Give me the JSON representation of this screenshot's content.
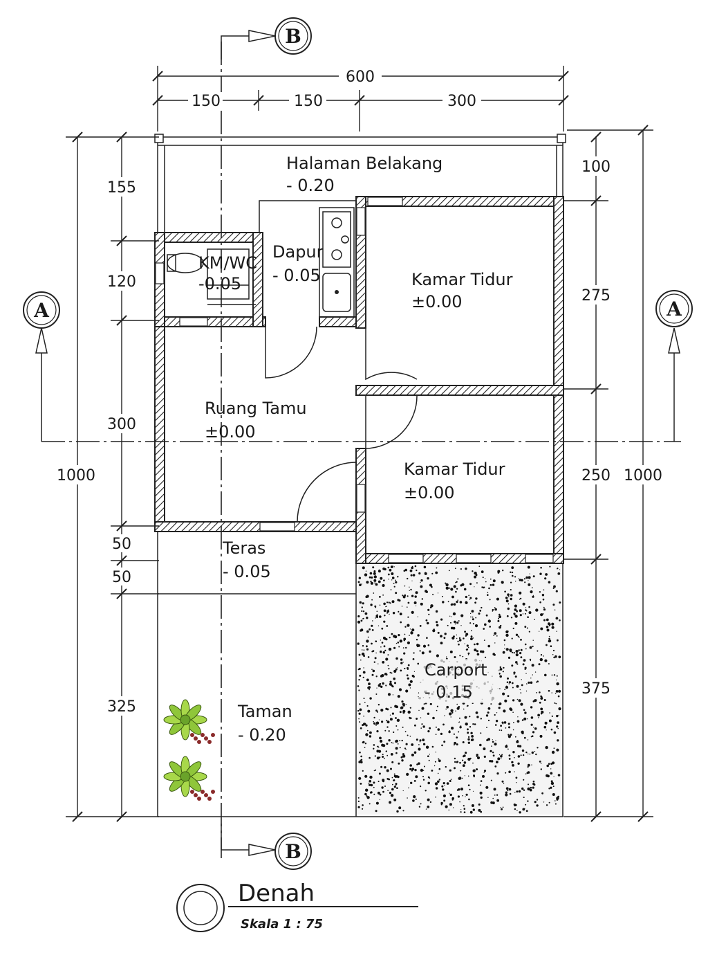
{
  "section_markers": {
    "b": "B",
    "a": "A"
  },
  "dimensions": {
    "top_total": "600",
    "top_segments": [
      "150",
      "150",
      "300"
    ],
    "left_total": "1000",
    "left_segments": [
      "155",
      "120",
      "300",
      "50",
      "50",
      "325"
    ],
    "right_total": "1000",
    "right_segments": [
      "100",
      "275",
      "250",
      "375"
    ]
  },
  "rooms": [
    {
      "name": "Halaman Belakang",
      "level": "- 0.20"
    },
    {
      "name": "Dapur",
      "level": "- 0.05"
    },
    {
      "name": "KM/WC",
      "level": "-0.05"
    },
    {
      "name": "Kamar Tidur",
      "level": "±0.00"
    },
    {
      "name": "Ruang Tamu",
      "level": "±0.00"
    },
    {
      "name": "Kamar Tidur",
      "level": "±0.00"
    },
    {
      "name": "Teras",
      "level": "- 0.05"
    },
    {
      "name": "Carport",
      "level": "- 0.15"
    },
    {
      "name": "Taman",
      "level": "- 0.20"
    }
  ],
  "title": {
    "text": "Denah",
    "scale": "Skala 1 : 75"
  }
}
